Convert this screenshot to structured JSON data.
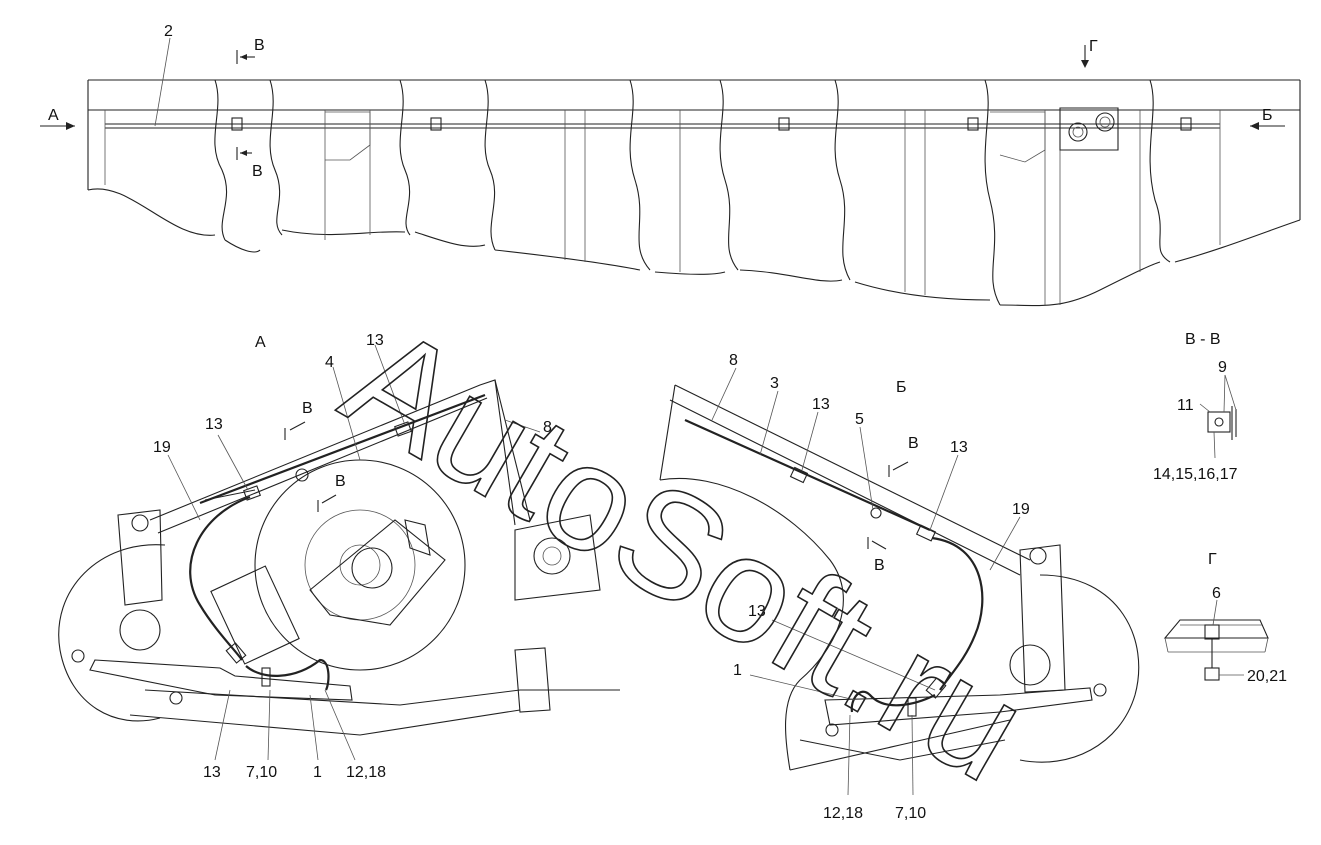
{
  "top_view": {
    "item_2": "2",
    "section_mark": "В",
    "view_A": "А",
    "view_B": "Б",
    "view_G": "Г"
  },
  "view_a": {
    "title": "А",
    "labels": [
      "13",
      "4",
      "8",
      "13",
      "19",
      "В",
      "В",
      "13",
      "7,10",
      "1",
      "12,18"
    ]
  },
  "view_b": {
    "title": "Б",
    "labels": [
      "8",
      "3",
      "13",
      "5",
      "В",
      "13",
      "19",
      "В",
      "13",
      "1",
      "12,18",
      "7,10"
    ]
  },
  "section_vv": {
    "title": "В - В",
    "labels": [
      "9",
      "11",
      "14,15,16,17"
    ]
  },
  "view_g": {
    "title": "Г",
    "labels": [
      "6",
      "20,21"
    ]
  },
  "watermark": "AutoSoft.ru"
}
